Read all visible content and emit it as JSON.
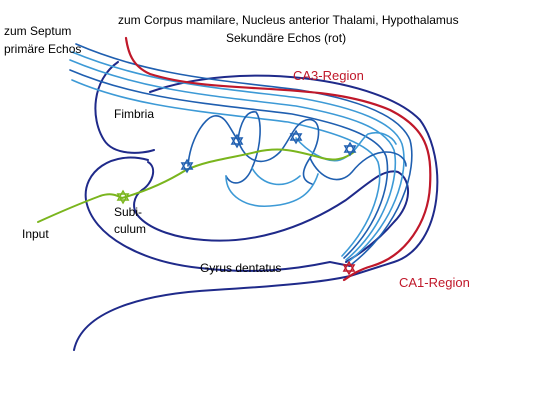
{
  "labels": {
    "septum_line1": "zum Septum",
    "septum_line2": "primäre Echos",
    "top_line1": "zum Corpus mamilare, Nucleus anterior Thalami, Hypothalamus",
    "top_line2": "Sekundäre Echos (rot)",
    "ca3": "CA3-Region",
    "ca1": "CA1-Region",
    "fimbria": "Fimbria",
    "subiculum_line1": "Subi-",
    "subiculum_line2": "culum",
    "input": "Input",
    "gyrus": "Gyrus dentatus"
  },
  "colors": {
    "dark_blue": "#1f2a8a",
    "mid_blue": "#1f5fb0",
    "light_blue": "#3d9ad6",
    "green": "#7ab51d",
    "red": "#c0182a",
    "region_label_red": "#c0182a"
  },
  "icons": {
    "neuron_marker": "star-of-david"
  }
}
